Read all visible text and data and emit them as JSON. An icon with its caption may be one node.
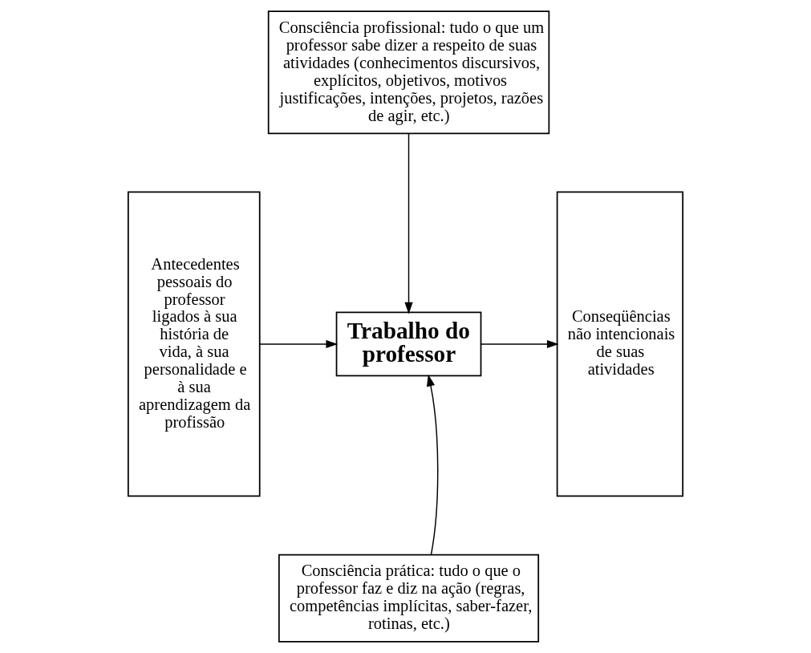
{
  "diagram": {
    "nodes": [
      {
        "text": [
          "Consciência profissional: tudo o que um professor sabe dizer a respeito de suas atividades (conhecimentos discursivos, explícitos, objetivos, motivos justificações, intenções, projetos, razões de agir, etc.)"
        ]
      },
      {
        "text": [
          "Antecedentes pessoais do professor ligados à sua história de vida, à sua personalidade e à sua aprendizagem da profissão"
        ]
      },
      {
        "text": [
          "Trabalho do professor"
        ]
      },
      {
        "text": [
          "Conseqüências não intencionais de suas atividades"
        ]
      },
      {
        "text": [
          "Consciência prática: tudo o que o professor faz e diz na ação (regras, competências implícitas, saber-fazer, rotinas, etc.)"
        ]
      }
    ],
    "edges": [
      {
        "from": 0,
        "to": 2,
        "arrow": "to"
      },
      {
        "from": 1,
        "to": 2,
        "arrow": "to"
      },
      {
        "from": 2,
        "to": 3,
        "arrow": "to"
      },
      {
        "from": 4,
        "to": 2,
        "arrow": "to"
      }
    ]
  }
}
